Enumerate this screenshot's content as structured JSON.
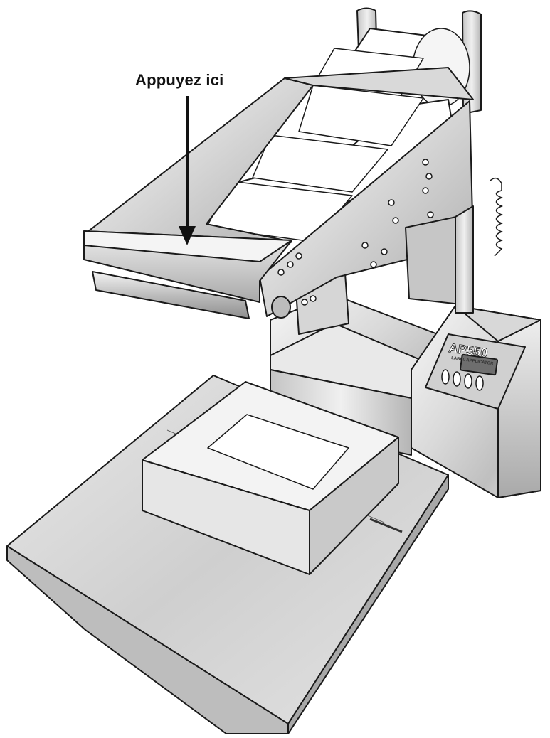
{
  "callout": {
    "text": "Appuyez ici"
  },
  "device": {
    "brand": "AP550",
    "subtitle": "LABEL APPLICATOR"
  },
  "colors": {
    "outline": "#1a1a1a",
    "metal_light": "#f2f2f2",
    "metal_mid": "#cfcfcf",
    "metal_dark": "#9a9a9a",
    "label_white": "#ffffff",
    "display": "#6e6e6e"
  },
  "icons": [
    "arrow-down-icon"
  ]
}
